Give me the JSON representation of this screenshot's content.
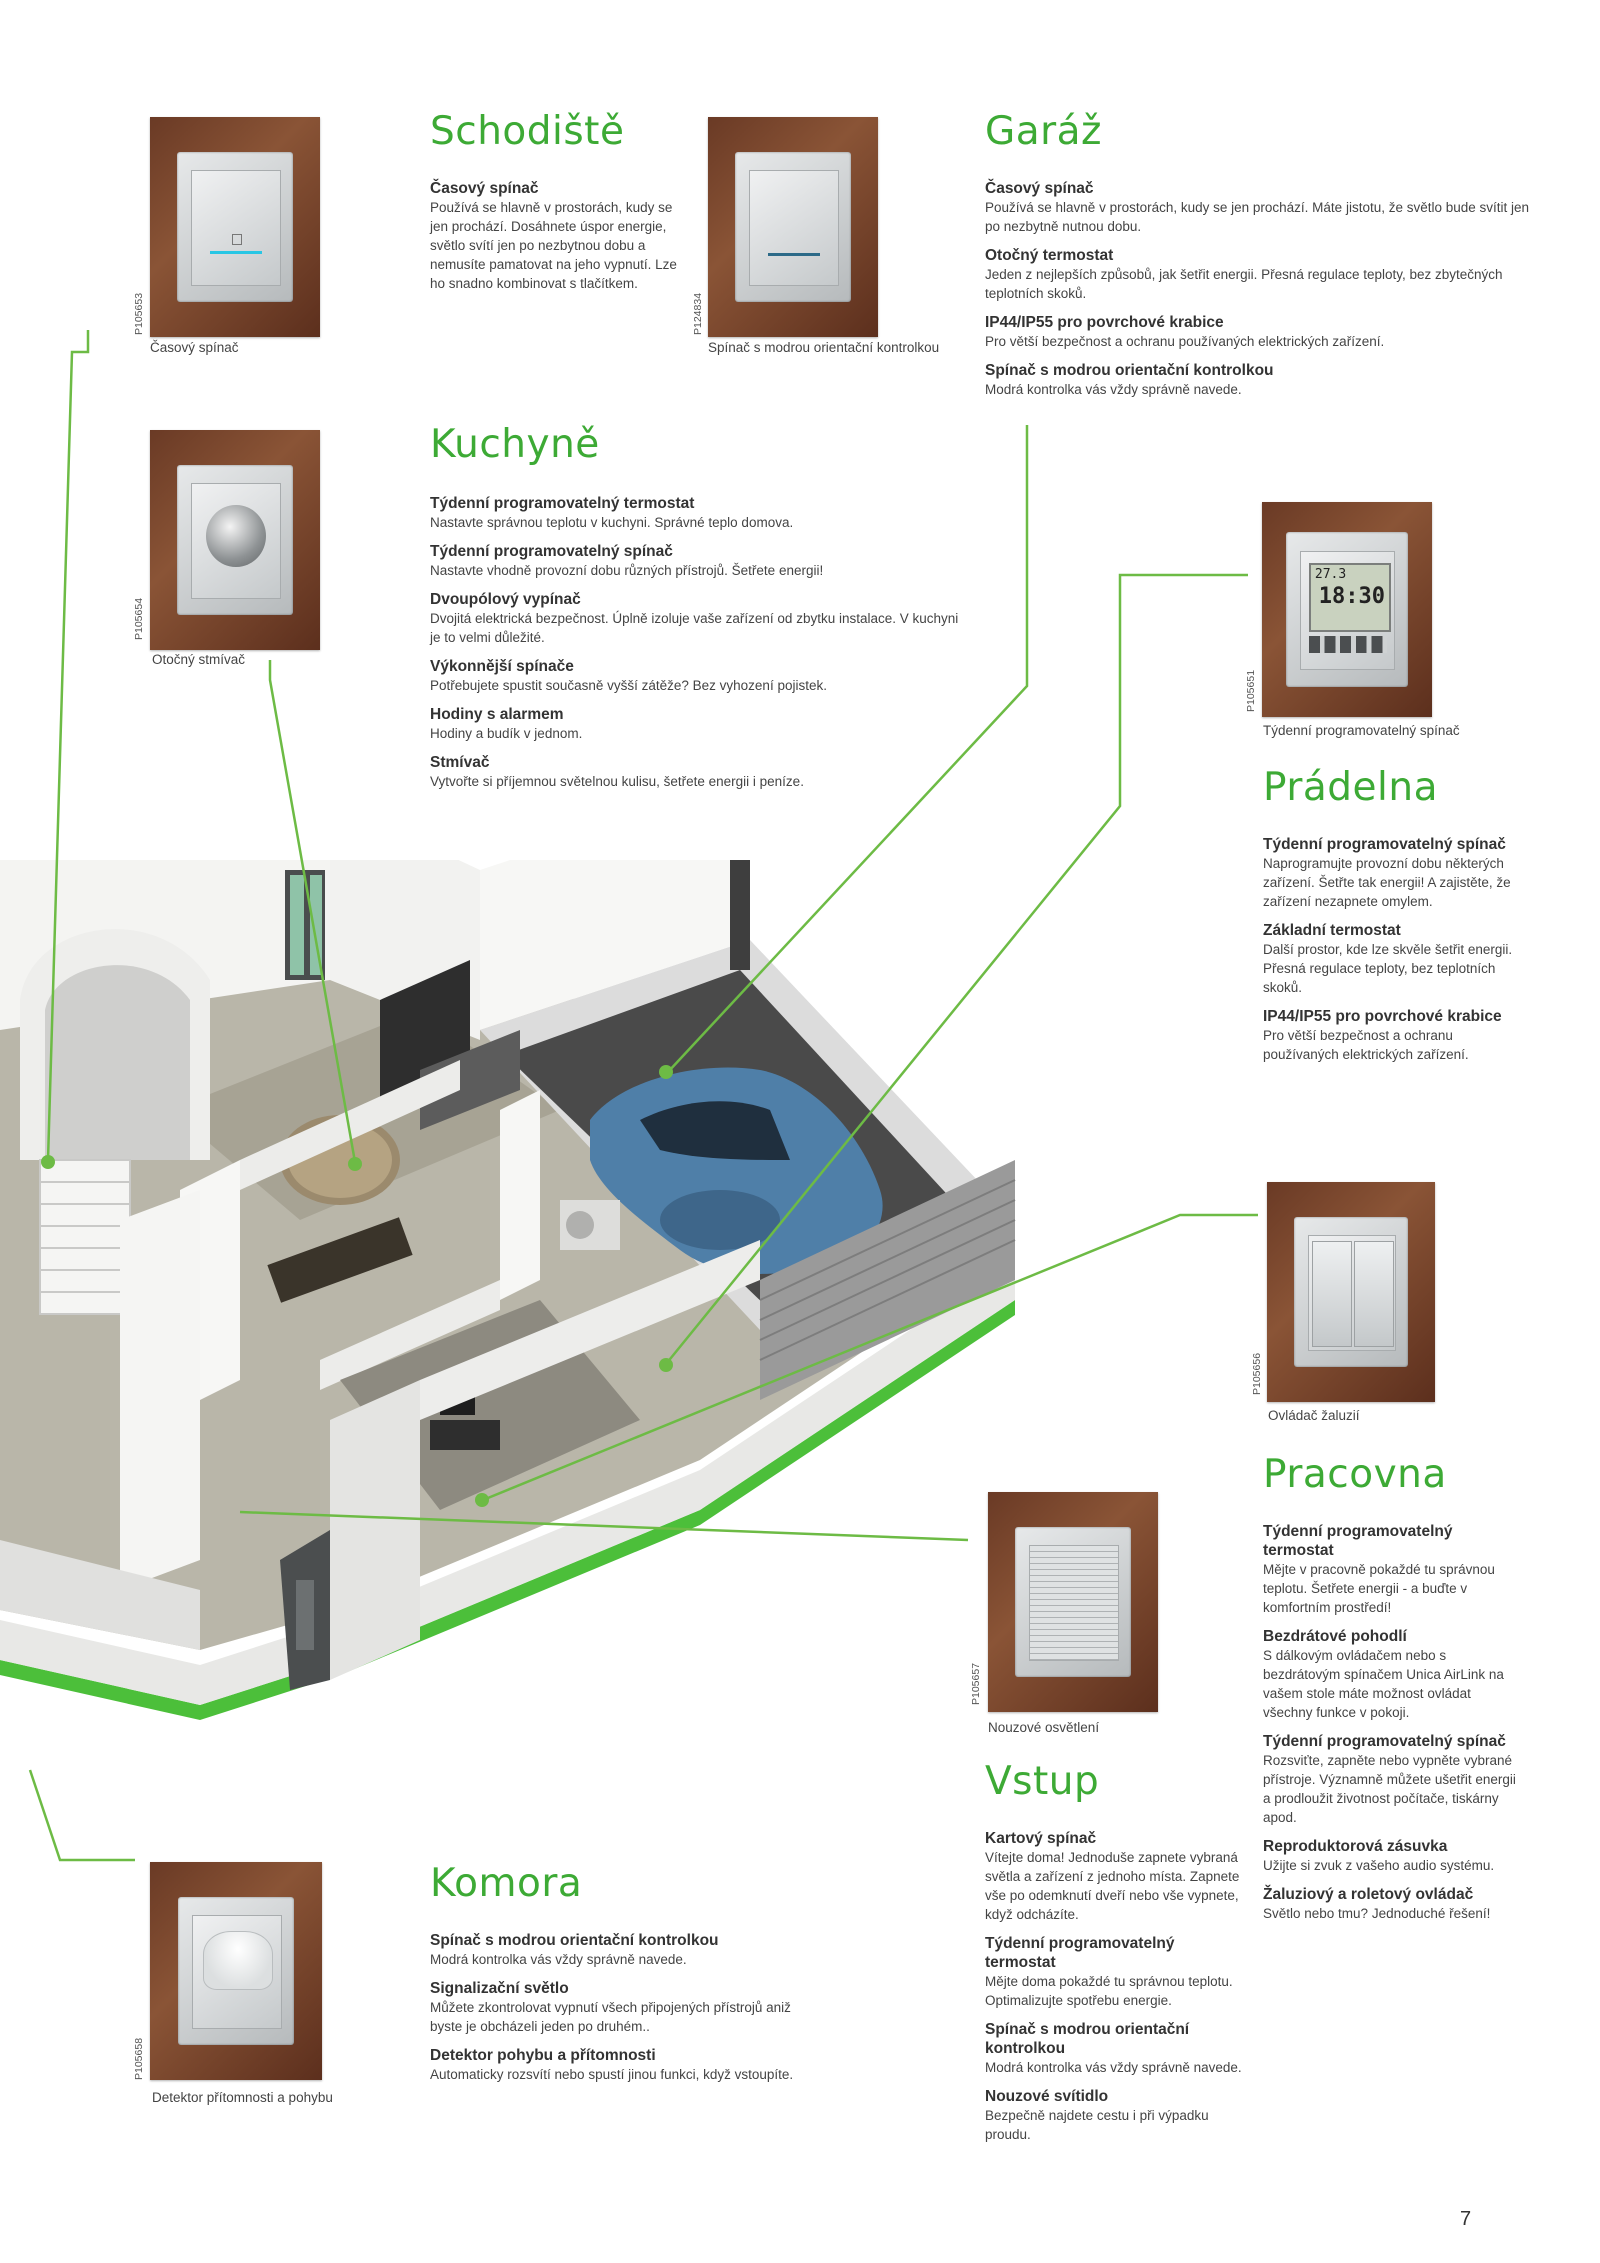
{
  "rooms": {
    "schodiste": {
      "title": "Schodiště",
      "photo_code": "P105653",
      "photo_caption": "Časový spínač",
      "items": [
        {
          "title": "Časový spínač",
          "text": "Používá se hlavně v prostorách, kudy se jen prochází. Dosáhnete úspor energie, světlo svítí jen po nezbytnou dobu a nemusíte pamatovat na jeho vypnutí. Lze ho snadno kombinovat s tlačítkem."
        }
      ]
    },
    "garaz": {
      "title": "Garáž",
      "photo_code": "P124834",
      "photo_caption": "Spínač s modrou orientační kontrolkou",
      "items": [
        {
          "title": "Časový spínač",
          "text": "Používá se hlavně v prostorách, kudy se jen prochází. Máte jistotu, že světlo bude svítit jen po nezbytně nutnou dobu."
        },
        {
          "title": "Otočný termostat",
          "text": "Jeden z nejlepších způsobů, jak šetřit energii. Přesná regulace teploty, bez zbytečných teplotních skoků."
        },
        {
          "title": "IP44/IP55 pro povrchové krabice",
          "text": "Pro větší bezpečnost a ochranu používaných elektrických zařízení."
        },
        {
          "title": "Spínač s modrou orientační kontrolkou",
          "text": "Modrá kontrolka vás vždy správně navede."
        }
      ]
    },
    "kuchyne": {
      "title": "Kuchyně",
      "photo_code": "P105654",
      "photo_caption": "Otočný stmívač",
      "items": [
        {
          "title": "Týdenní programovatelný termostat",
          "text": "Nastavte správnou teplotu v kuchyni. Správné teplo domova."
        },
        {
          "title": "Týdenní programovatelný spínač",
          "text": "Nastavte vhodně provozní dobu různých přístrojů. Šetřete energii!"
        },
        {
          "title": "Dvoupólový vypínač",
          "text": "Dvojitá elektrická bezpečnost. Úplně izoluje vaše zařízení od zbytku instalace. V kuchyni je to velmi důležité."
        },
        {
          "title": "Výkonnější spínače",
          "text": "Potřebujete spustit současně vyšší zátěže? Bez vyhození pojistek."
        },
        {
          "title": "Hodiny s alarmem",
          "text": "Hodiny a budík v jednom."
        },
        {
          "title": "Stmívač",
          "text": "Vytvořte si příjemnou světelnou kulisu, šetřete energii i peníze."
        }
      ]
    },
    "pradelna": {
      "title": "Prádelna",
      "photo_code": "P105651",
      "photo_caption": "Týdenní programovatelný spínač",
      "display_top": "27.3",
      "display_time": "18:30",
      "items": [
        {
          "title": "Týdenní programovatelný spínač",
          "text": "Naprogramujte provozní dobu některých zařízení. Šetřte tak energii! A zajistěte, že zařízení nezapnete omylem."
        },
        {
          "title": "Základní termostat",
          "text": "Další prostor, kde lze skvěle šetřit energii. Přesná regulace teploty, bez teplotních skoků."
        },
        {
          "title": "IP44/IP55 pro povrchové krabice",
          "text": "Pro větší bezpečnost a ochranu používaných elektrických zařízení."
        }
      ]
    },
    "pracovna": {
      "title": "Pracovna",
      "photo_code": "P105656",
      "photo_caption": "Ovládač žaluzií",
      "items": [
        {
          "title": "Týdenní programovatelný termostat",
          "text": "Mějte v pracovně pokaždé tu správnou teplotu. Šetřete energii - a buďte v komfortním prostředí!"
        },
        {
          "title": "Bezdrátové pohodlí",
          "text": "S dálkovým ovládačem nebo s bezdrátovým spínačem Unica AirLink na vašem stole máte možnost ovládat všechny funkce v pokoji."
        },
        {
          "title": "Týdenní programovatelný spínač",
          "text": "Rozsviťte, zapněte nebo vypněte vybrané přístroje. Významně můžete ušetřit energii a prodloužit životnost počítače, tiskárny apod."
        },
        {
          "title": "Reproduktorová zásuvka",
          "text": "Užijte si zvuk z vašeho audio systému."
        },
        {
          "title": "Žaluziový a roletový ovládač",
          "text": "Světlo nebo tmu? Jednoduché řešení!"
        }
      ]
    },
    "vstup": {
      "title": "Vstup",
      "photo_code": "P105657",
      "photo_caption": "Nouzové osvětlení",
      "items": [
        {
          "title": "Kartový spínač",
          "text": "Vítejte doma! Jednoduše zapnete vybraná světla a zařízení z jednoho místa. Zapnete vše po odemknutí dveří nebo vše vypnete, když odcházíte."
        },
        {
          "title": "Týdenní programovatelný termostat",
          "text": "Mějte doma pokaždé tu správnou teplotu. Optimalizujte spotřebu energie."
        },
        {
          "title": "Spínač s modrou orientační kontrolkou",
          "text": "Modrá kontrolka vás vždy správně navede."
        },
        {
          "title": "Nouzové svítidlo",
          "text": "Bezpečně najdete cestu i při výpadku proudu."
        }
      ]
    },
    "komora": {
      "title": "Komora",
      "photo_code": "P105658",
      "photo_caption": "Detektor přítomnosti a pohybu",
      "items": [
        {
          "title": "Spínač s modrou orientační kontrolkou",
          "text": "Modrá kontrolka vás vždy správně navede."
        },
        {
          "title": "Signalizační světlo",
          "text": "Můžete zkontrolovat vypnutí všech připojených přístrojů aniž byste je obcházeli jeden po druhém.."
        },
        {
          "title": "Detektor pohybu a přítomnosti",
          "text": "Automaticky rozsvítí nebo spustí jinou funkci, když vstoupíte."
        }
      ]
    }
  },
  "page_number": "7",
  "colors": {
    "accent": "#3daa35",
    "line": "#6dbb45",
    "wood": "#7a4630"
  }
}
